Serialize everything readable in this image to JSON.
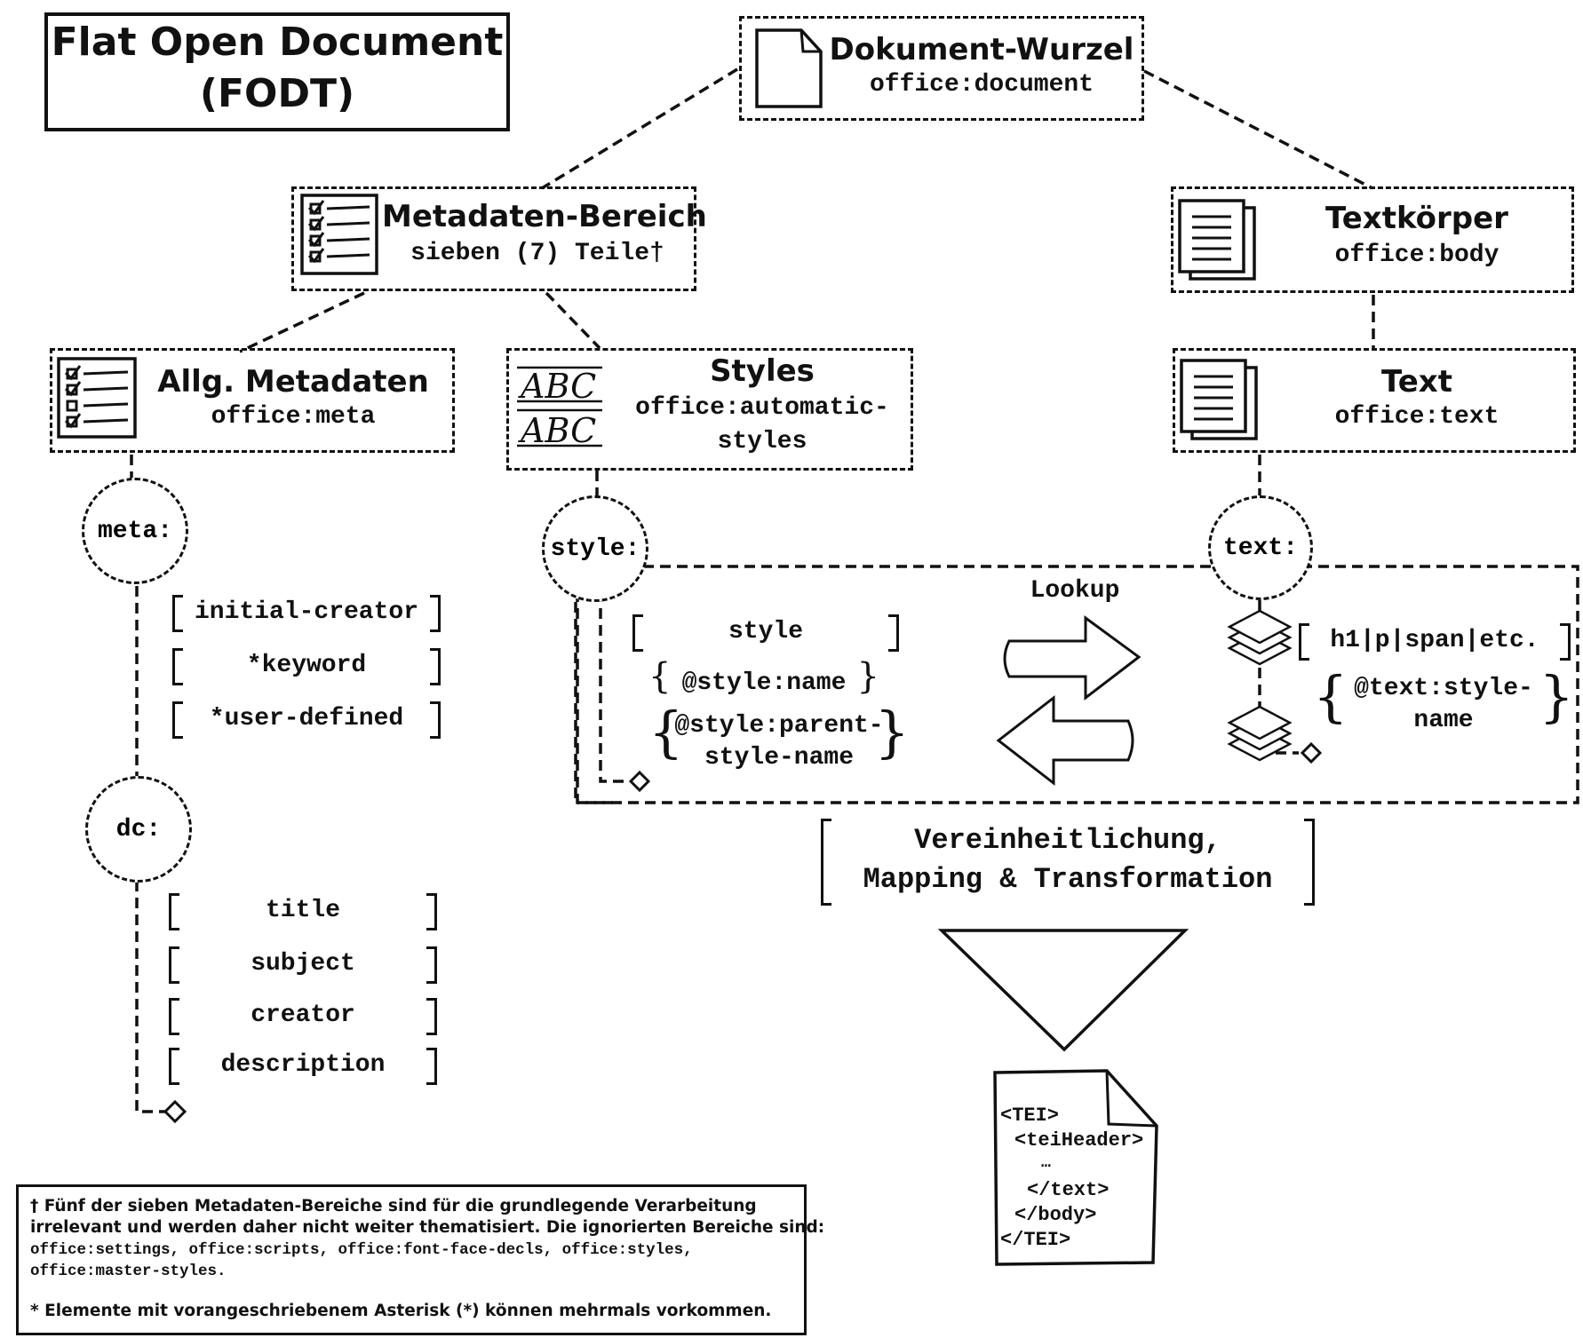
{
  "title_lines": [
    "Flat Open Document",
    "(FODT)"
  ],
  "root": {
    "label": "Dokument-Wurzel",
    "tag": "office:document"
  },
  "metadata_area": {
    "label": "Metadaten-Bereich",
    "sub": "sieben (7) Teile†"
  },
  "body": {
    "label": "Textkörper",
    "tag": "office:body"
  },
  "meta_general": {
    "label": "Allg. Metadaten",
    "tag": "office:meta"
  },
  "styles": {
    "label": "Styles",
    "tag_lines": [
      "office:automatic-",
      "styles"
    ]
  },
  "text": {
    "label": "Text",
    "tag": "office:text"
  },
  "ns_meta": "meta:",
  "meta_items": [
    "initial-creator",
    "*keyword",
    "*user-defined"
  ],
  "ns_dc": "dc:",
  "dc_items": [
    "title",
    "subject",
    "creator",
    "description"
  ],
  "ns_style": "style:",
  "style_element": "style",
  "style_attr1": "@style:name",
  "style_attr2_lines": [
    "@style:parent-",
    "style-name"
  ],
  "lookup": "Lookup",
  "ns_text": "text:",
  "text_elements": "h1|p|span|etc.",
  "text_attr_lines": [
    "@text:style-",
    "name"
  ],
  "process_lines": [
    "Vereinheitlichung,",
    "Mapping & Transformation"
  ],
  "tei_lines": [
    "<TEI>",
    "<teiHeader>",
    "…",
    "</text>",
    "</body>",
    "</TEI>"
  ],
  "footnote": {
    "line1": "† Fünf der sieben Metadaten-Bereiche sind für die grundlegende Verarbeitung",
    "line2": "irrelevant und werden daher nicht weiter thematisiert. Die ignorierten Bereiche sind:",
    "line3": "office:settings, office:scripts, office:font-face-decls, office:styles,",
    "line4": "office:master-styles.",
    "line5": "* Elemente mit vorangeschriebenem Asterisk (*) können mehrmals vorkommen."
  }
}
